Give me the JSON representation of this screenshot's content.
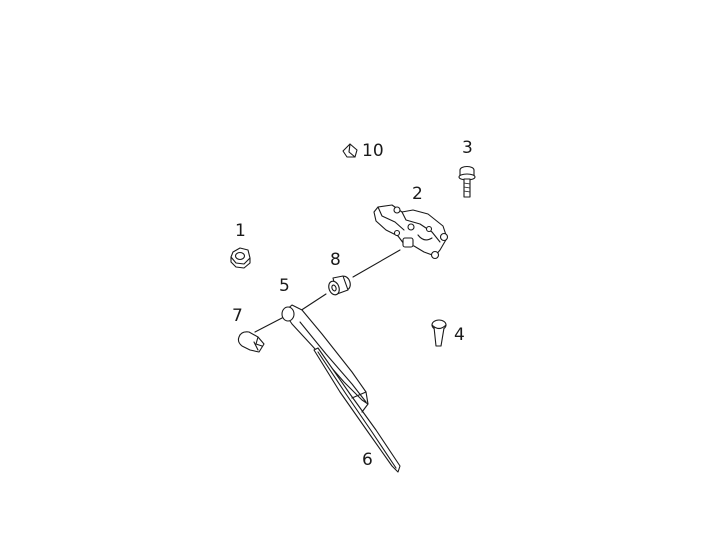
{
  "diagram": {
    "labels": {
      "p1": "1",
      "p2": "2",
      "p3": "3",
      "p4": "4",
      "p5": "5",
      "p6": "6",
      "p7": "7",
      "p8": "8",
      "p10": "10"
    },
    "colors": {
      "line": "#1a1a1a",
      "background": "#ffffff"
    }
  }
}
